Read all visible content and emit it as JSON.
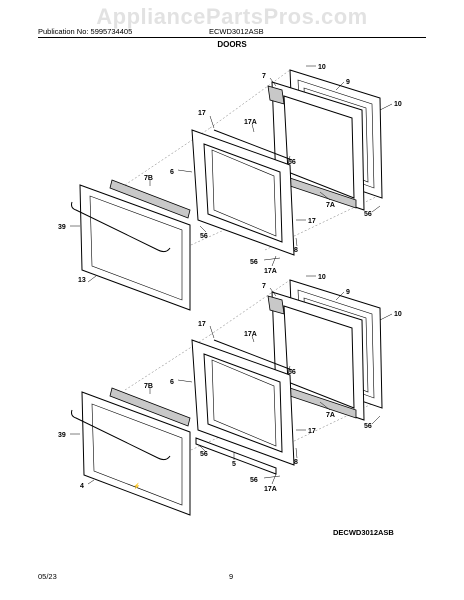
{
  "watermark": "AppliancePartsPros.com",
  "header": {
    "publication": "Publication No: 5995734405",
    "model": "ECWD3012ASB",
    "section": "DOORS"
  },
  "figure_code": "DECWD3012ASB",
  "footer": {
    "date": "05/23",
    "page": "9"
  },
  "callouts": [
    "10",
    "9",
    "7",
    "10",
    "17A",
    "17",
    "56",
    "6",
    "7B",
    "39",
    "56",
    "7A",
    "56",
    "17",
    "8",
    "56",
    "17A",
    "13",
    "10",
    "9",
    "7",
    "10",
    "17",
    "17A",
    "56",
    "6",
    "7B",
    "39",
    "7A",
    "56",
    "17",
    "56",
    "5",
    "8",
    "56",
    "17A",
    "4"
  ]
}
